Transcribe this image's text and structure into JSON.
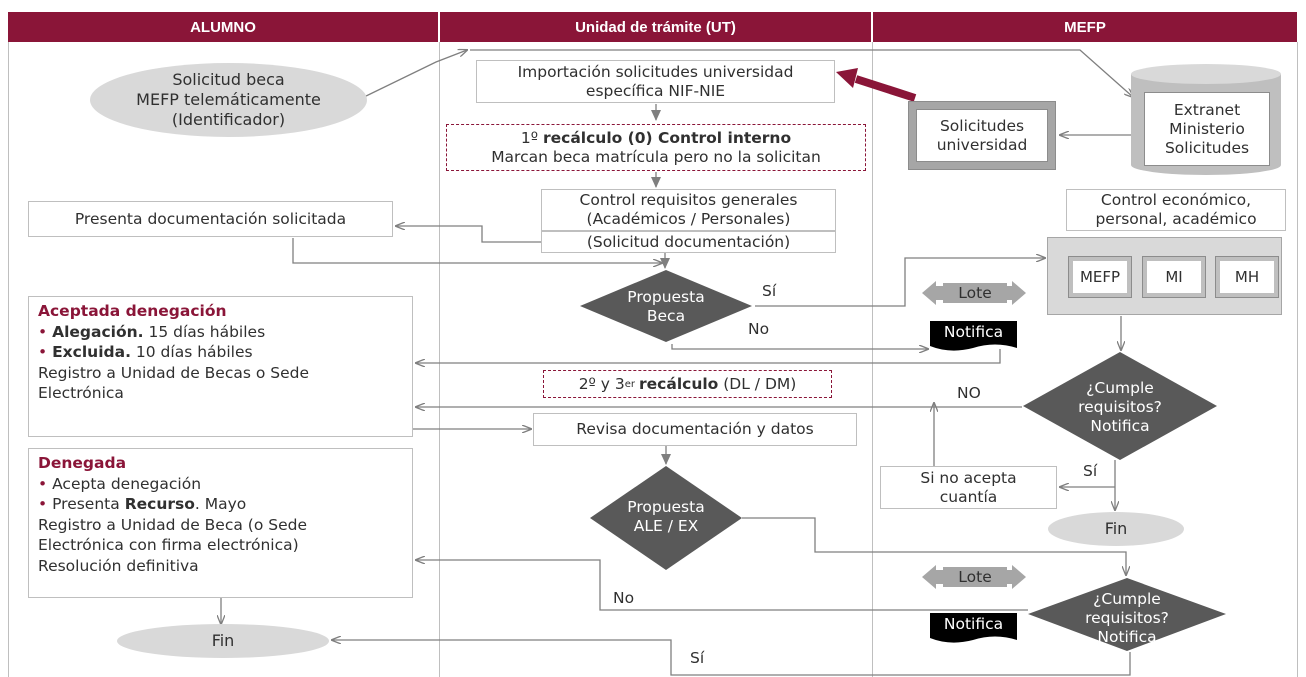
{
  "headers": {
    "alumno": "ALUMNO",
    "ut": "Unidad de trámite (UT)",
    "mefp": "MEFP"
  },
  "nodes": {
    "solicitud_beca": [
      "Solicitud beca",
      "MEFP telemáticamente",
      "(Identificador)"
    ],
    "importacion": [
      "Importación solicitudes universidad",
      "específica NIF-NIE"
    ],
    "recalculo0_prefix": "1º ",
    "recalculo0_bold": "recálculo (0) Control interno",
    "recalculo0_line2": "Marcan beca matrícula pero no la solicitan",
    "extranet": [
      "Extranet",
      "Ministerio",
      "Solicitudes"
    ],
    "solicitudes_universidad": [
      "Solicitudes",
      "universidad"
    ],
    "control_requisitos": [
      "Control requisitos generales",
      "(Académicos / Personales)"
    ],
    "solicitud_documentacion": "(Solicitud documentación)",
    "presenta_documentacion": "Presenta documentación solicitada",
    "control_economico": [
      "Control económico,",
      "personal, académico"
    ],
    "db_mefp": "MEFP",
    "db_mi": "MI",
    "db_mh": "MH",
    "propuesta_beca": [
      "Propuesta",
      "Beca"
    ],
    "lote": "Lote",
    "notifica": "Notifica",
    "aceptada": {
      "title": "Aceptada denegación",
      "alegacion_bold": "Alegación.",
      "alegacion_rest": " 15 días hábiles",
      "excluida_bold": "Excluida.",
      "excluida_rest": " 10 días hábiles",
      "registro_1": "Registro a Unidad de Becas o Sede",
      "registro_2": "Electrónica"
    },
    "recalculo23_a": "2º y 3",
    "recalculo23_sup": "er",
    "recalculo23_bold": "recálculo",
    "recalculo23_rest": " (DL / DM)",
    "cumple_requisitos": [
      "¿Cumple",
      "requisitos?",
      "Notifica"
    ],
    "revisa_documentacion": "Revisa documentación y datos",
    "denegada": {
      "title": "Denegada",
      "item1": "Acepta denegación",
      "item2_pre": "Presenta ",
      "item2_bold": "Recurso",
      "item2_post": ". Mayo",
      "line3": "Registro a Unidad de Beca (o Sede",
      "line4": "Electrónica con firma electrónica)",
      "line5": "Resolución definitiva"
    },
    "si_no_acepta": [
      "Si no acepta",
      "cuantía"
    ],
    "propuesta_ale": [
      "Propuesta",
      "ALE / EX"
    ],
    "fin": "Fin",
    "bullet": "•"
  },
  "labels": {
    "si": "Sí",
    "no": "No",
    "no_upper": "NO"
  },
  "colors": {
    "header": "#8a1538",
    "accent": "#8a1538",
    "decision": "#595959",
    "ellipse": "#d9d9d9",
    "connector": "#7f7f7f"
  }
}
